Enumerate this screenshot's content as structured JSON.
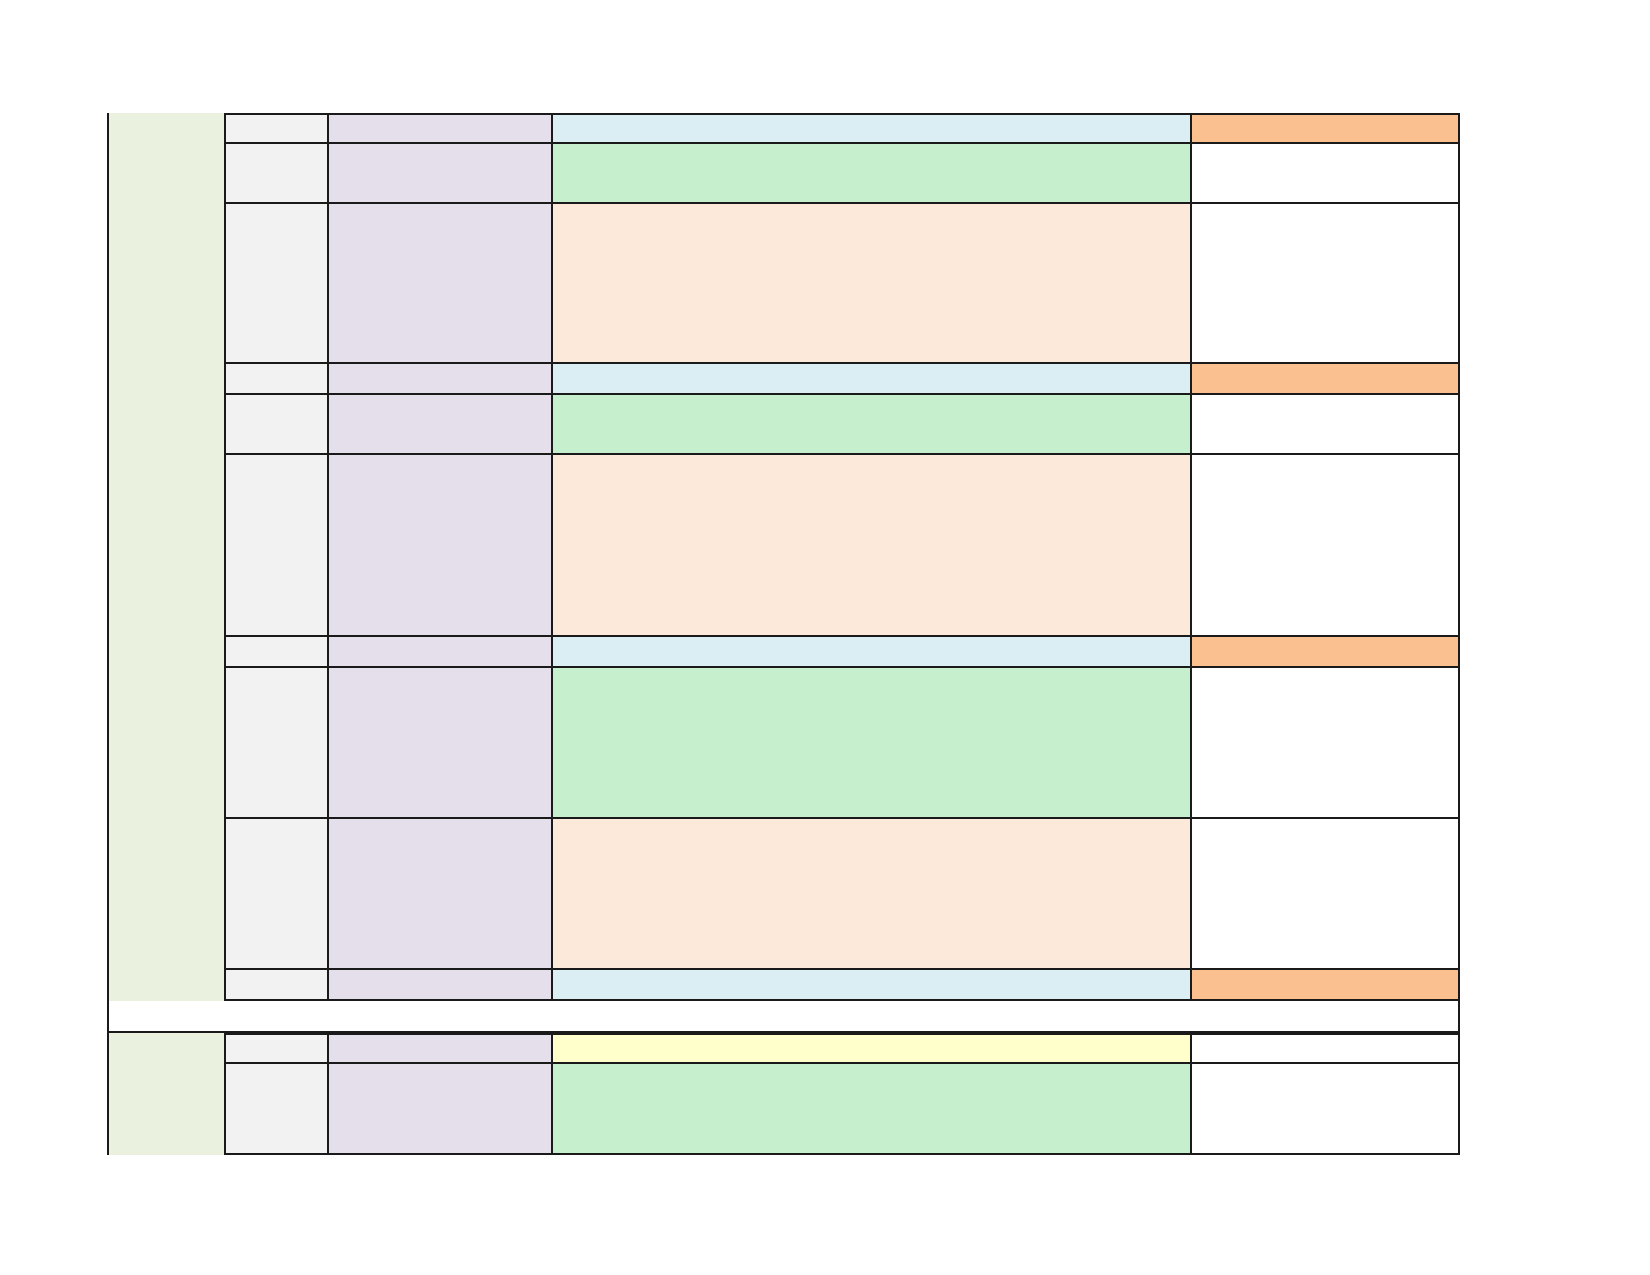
{
  "sheet": {
    "colors": {
      "section": "#eaf1de",
      "index": "#f2f2f2",
      "label": "#e5dfec",
      "header_content": "#daeef3",
      "header_side": "#fac090",
      "green_content": "#c6efce",
      "peach_content": "#fde9d9",
      "yellow_content": "#ffffcc",
      "plain_side": "#ffffff",
      "grid": "#1a1a1a"
    },
    "sections": [
      {
        "rows": [
          {
            "kind": "header",
            "index": "",
            "label": "",
            "content": "",
            "side": ""
          },
          {
            "kind": "green",
            "index": "",
            "label": "",
            "content": "",
            "side": ""
          },
          {
            "kind": "peach",
            "index": "",
            "label": "",
            "content": "",
            "side": ""
          },
          {
            "kind": "header",
            "index": "",
            "label": "",
            "content": "",
            "side": ""
          },
          {
            "kind": "green",
            "index": "",
            "label": "",
            "content": "",
            "side": ""
          },
          {
            "kind": "peach",
            "index": "",
            "label": "",
            "content": "",
            "side": ""
          },
          {
            "kind": "header",
            "index": "",
            "label": "",
            "content": "",
            "side": ""
          },
          {
            "kind": "green",
            "index": "",
            "label": "",
            "content": "",
            "side": ""
          },
          {
            "kind": "peach",
            "index": "",
            "label": "",
            "content": "",
            "side": ""
          },
          {
            "kind": "header",
            "index": "",
            "label": "",
            "content": "",
            "side": ""
          }
        ]
      },
      {
        "rows": [
          {
            "kind": "yellow",
            "index": "",
            "label": "",
            "content": "",
            "side": ""
          },
          {
            "kind": "green",
            "index": "",
            "label": "",
            "content": "",
            "side": ""
          }
        ]
      }
    ]
  }
}
